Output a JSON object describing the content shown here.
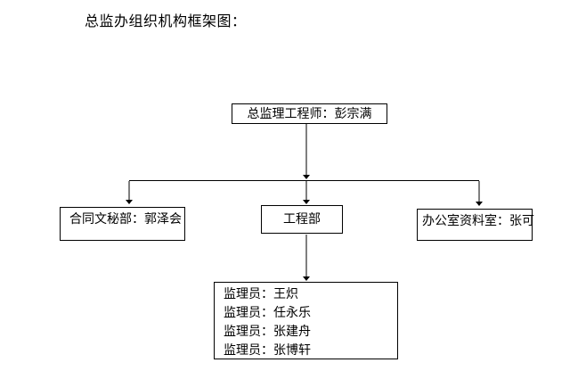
{
  "page": {
    "title": "总监办组织机构框架图："
  },
  "org_chart": {
    "root": {
      "label": "总监理工程师：彭宗满"
    },
    "departments": [
      {
        "id": "contract",
        "label": "合同文秘部：郭泽会"
      },
      {
        "id": "engineering",
        "label": "工程部"
      },
      {
        "id": "office",
        "label": "办公室资料室：张可"
      }
    ],
    "engineering_members": [
      "监理员：王炽",
      "监理员：任永乐",
      "监理员：张建舟",
      "监理员：张博轩"
    ]
  },
  "colors": {
    "background": "#ffffff",
    "text": "#000000",
    "box_border": "#000000",
    "connector_gray": "#7f7f7f",
    "connector_black": "#000000"
  }
}
